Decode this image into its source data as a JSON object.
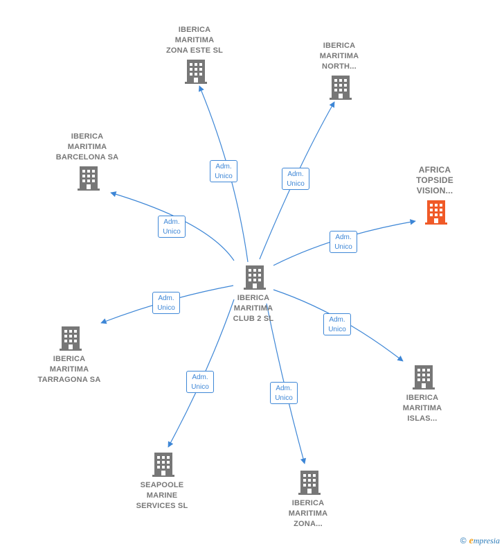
{
  "colors": {
    "edge": "#3d86d6",
    "building": "#777777",
    "highlight": "#f05a28",
    "label": "#777777"
  },
  "center": {
    "label": "IBERICA\nMARITIMA\nCLUB 2 SL"
  },
  "nodes": [
    {
      "id": "zona-este",
      "label": "IBERICA\nMARITIMA\nZONA ESTE  SL",
      "highlight": false
    },
    {
      "id": "north",
      "label": "IBERICA\nMARITIMA\nNORTH...",
      "highlight": false
    },
    {
      "id": "barcelona",
      "label": "IBERICA\nMARITIMA\nBARCELONA SA",
      "highlight": false
    },
    {
      "id": "africa",
      "label": "AFRICA\nTOPSIDE\nVISION...",
      "highlight": true
    },
    {
      "id": "tarragona",
      "label": "IBERICA\nMARITIMA\nTARRAGONA SA",
      "highlight": false
    },
    {
      "id": "islas",
      "label": "IBERICA\nMARITIMA\nISLAS...",
      "highlight": false
    },
    {
      "id": "seapoole",
      "label": "SEAPOOLE\nMARINE\nSERVICES  SL",
      "highlight": false
    },
    {
      "id": "zona",
      "label": "IBERICA\nMARITIMA\nZONA...",
      "highlight": false
    }
  ],
  "edge_label": "Adm.\nUnico",
  "footer": {
    "copyright": "©",
    "brand_initial": "e",
    "brand_rest": "mpresia"
  }
}
